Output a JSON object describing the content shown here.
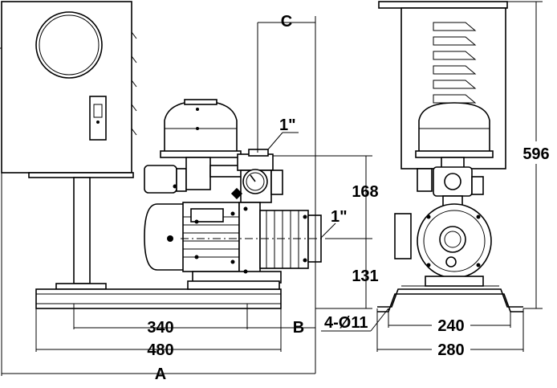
{
  "labels": {
    "c": "C",
    "pipe_top": "1\"",
    "pipe_side": "1\"",
    "h168": "168",
    "h131": "131",
    "w340": "340",
    "b": "B",
    "holes": "4-Ø11",
    "w480": "480",
    "a": "A",
    "w240": "240",
    "w280": "280",
    "h596": "596"
  }
}
